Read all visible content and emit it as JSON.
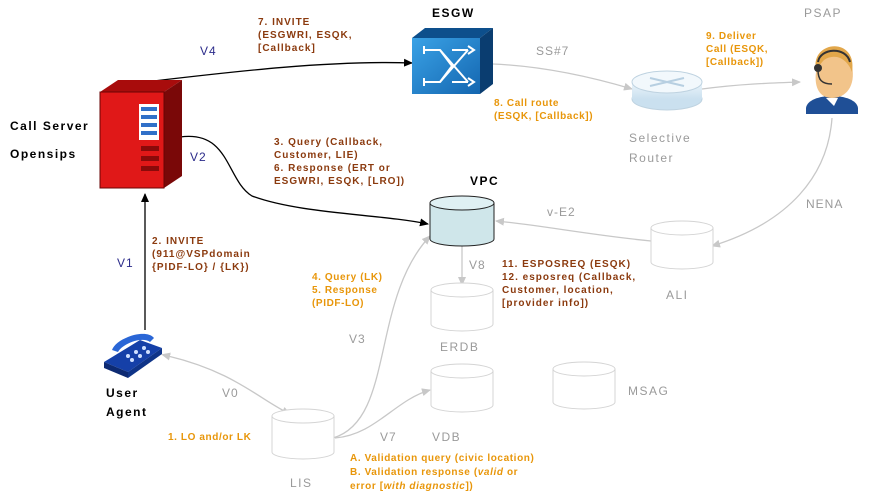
{
  "nodes": {
    "esgw": "ESGW",
    "psap": "PSAP",
    "call_server": "Call Server\nOpensips",
    "selective_router": "Selective\nRouter",
    "vpc": "VPC",
    "ali": "ALI",
    "erdb": "ERDB",
    "user_agent": "User\nAgent",
    "vdb": "VDB",
    "msag": "MSAG",
    "lis": "LIS"
  },
  "interfaces": {
    "v1": "V1",
    "v2": "V2",
    "v3": "V3",
    "v4": "V4",
    "v0": "V0",
    "v7": "V7",
    "v8": "V8",
    "ss7": "SS#7",
    "ve2": "v-E2",
    "nena": "NENA"
  },
  "steps": {
    "s7": "7. INVITE\n(ESGWRI, ESQK,\n[Callback]",
    "s9": "9. Deliver\nCall (ESQK,\n[Callback])",
    "s8": "8. Call route\n(ESQK, [Callback])",
    "s3_6": "3. Query (Callback,\nCustomer, LIE)\n6. Response (ERT or\nESGWRI, ESQK, [LRO])",
    "s2": "2. INVITE\n(911@VSPdomain\n{PIDF-LO} / {LK})",
    "s4_5": "4. Query (LK)\n5. Response\n(PIDF-LO)",
    "s11_12": "11. ESPOSREQ (ESQK)\n12. esposreq (Callback,\nCustomer, location,\n[provider info])",
    "s1": "1. LO and/or LK",
    "sA_line1": "A. Validation query (civic location)",
    "sB_line1_prefix": "B. Validation response (",
    "sB_line1_italic": "valid",
    "sB_line1_suffix": " or",
    "sB_line2_prefix": "error [",
    "sB_line2_italic": "with diagnostic",
    "sB_line2_suffix": "])"
  },
  "colors": {
    "step_brown": "#8b3a0e",
    "step_orange": "#e8960a",
    "interface_blue": "#2b2b8a",
    "inactive_gray": "#9a9a9a",
    "esgw_blue": "#1e7fc8",
    "server_red": "#e01818",
    "vpc_teal": "#cfe6ea"
  }
}
